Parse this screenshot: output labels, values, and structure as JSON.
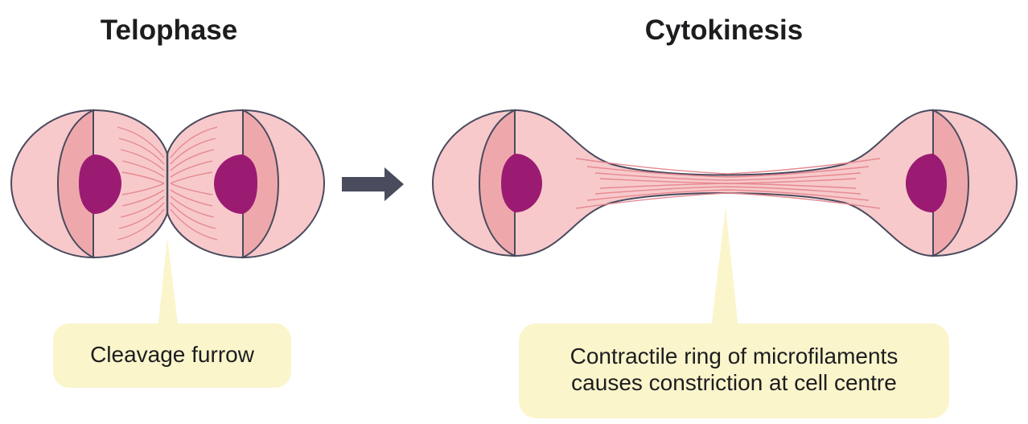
{
  "titles": {
    "telophase": "Telophase",
    "cytokinesis": "Cytokinesis"
  },
  "callouts": {
    "cleavage_furrow": "Cleavage furrow",
    "contractile_ring_line1": "Contractile ring of microfilaments",
    "contractile_ring_line2": "causes constriction at cell centre"
  },
  "colors": {
    "cytoplasm": "#f7c9cb",
    "spindle_pole_region": "#eea8ac",
    "nucleus": "#9b1b72",
    "outline": "#4a4a5e",
    "spindle_fibres": "#e68990",
    "callout_fill": "#fbf5cc",
    "arrow": "#4b4b5e"
  }
}
